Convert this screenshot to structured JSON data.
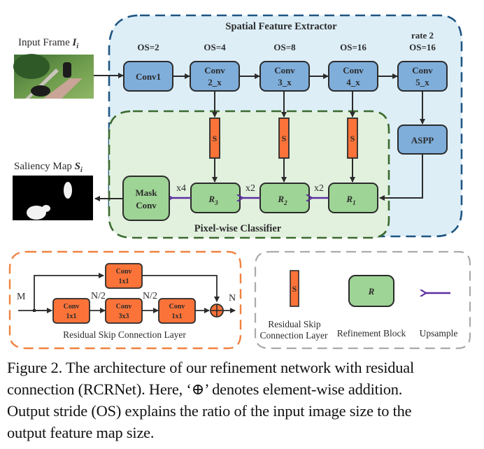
{
  "figure": {
    "input": {
      "label": "Input Frame ",
      "symbol": "I",
      "subscript": "i"
    },
    "output": {
      "label": "Saliency Map ",
      "symbol": "S",
      "subscript": "i"
    },
    "extractor": {
      "title": "Spatial Feature Extractor",
      "blocks": [
        {
          "line1": "Conv1",
          "line2": "",
          "os": "OS=2",
          "os_extra": ""
        },
        {
          "line1": "Conv",
          "line2": "2_x",
          "os": "OS=4",
          "os_extra": ""
        },
        {
          "line1": "Conv",
          "line2": "3_x",
          "os": "OS=8",
          "os_extra": ""
        },
        {
          "line1": "Conv",
          "line2": "4_x",
          "os": "OS=16",
          "os_extra": ""
        },
        {
          "line1": "Conv",
          "line2": "5_x",
          "os": "OS=16",
          "os_extra": "rate 2"
        }
      ],
      "aspp": "ASPP"
    },
    "classifier": {
      "title": "Pixel-wise Classifier",
      "skip_label": "S",
      "mask_conv": {
        "line1": "Mask",
        "line2": "Conv"
      },
      "refine_blocks": [
        {
          "symbol": "R",
          "sub": "3",
          "upsample": "x4"
        },
        {
          "symbol": "R",
          "sub": "2",
          "upsample": "x2"
        },
        {
          "symbol": "R",
          "sub": "1",
          "upsample": "x2"
        }
      ]
    },
    "residual_layer": {
      "title": "Residual Skip Connection Layer",
      "input_label": "M",
      "output_label": "N",
      "mid_label_1": "N/2",
      "mid_label_2": "N/2",
      "top_conv": {
        "line1": "Conv",
        "line2": "1x1"
      },
      "convs": [
        {
          "line1": "Conv",
          "line2": "1x1"
        },
        {
          "line1": "Conv",
          "line2": "3x3"
        },
        {
          "line1": "Conv",
          "line2": "1x1"
        }
      ]
    },
    "legend": {
      "skip": {
        "glyph": "S",
        "label_line1": "Residual Skip",
        "label_line2": "Connection Layer"
      },
      "refine": {
        "glyph": "R",
        "label": "Refinement Block"
      },
      "upsample": {
        "label": "Upsample"
      }
    },
    "colors": {
      "extractor_bg": "#ddeef7",
      "extractor_border": "#1f5582",
      "classifier_bg": "#e2f1de",
      "classifier_border": "#3b6a2e",
      "conv_fill": "#7faedb",
      "green_fill": "#9ed495",
      "orange_fill": "#fb7339",
      "orange_border": "#f0823f",
      "legend_border": "#aaaaaa",
      "upsample_arrow": "#5b2fa0",
      "stroke": "#2b2b2b"
    }
  },
  "caption": {
    "lines": [
      "Figure 2. The architecture of our refinement network with residual",
      "connection (RCRNet).  Here, ‘⊕’ denotes element-wise addition.",
      "Output stride (OS) explains the ratio of the input image size to the",
      "output feature map size."
    ]
  }
}
